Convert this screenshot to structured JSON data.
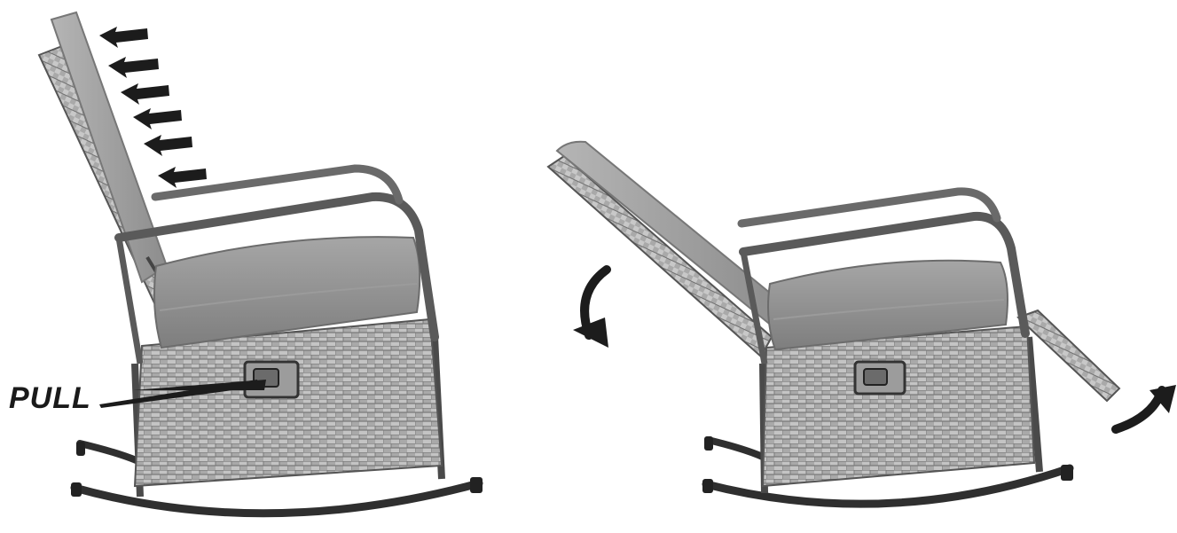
{
  "pull_label": "PULL",
  "colors": {
    "frame": "#3a3a3a",
    "wicker_light": "#b9b9b9",
    "wicker_dark": "#6f6f6f",
    "cushion": "#8e8e8e",
    "cushion_light": "#a8a8a8",
    "arrow": "#1c1c1c"
  },
  "figures": [
    {
      "name": "upright-chair",
      "description_state": "upright"
    },
    {
      "name": "reclined-chair",
      "description_state": "reclined"
    }
  ]
}
